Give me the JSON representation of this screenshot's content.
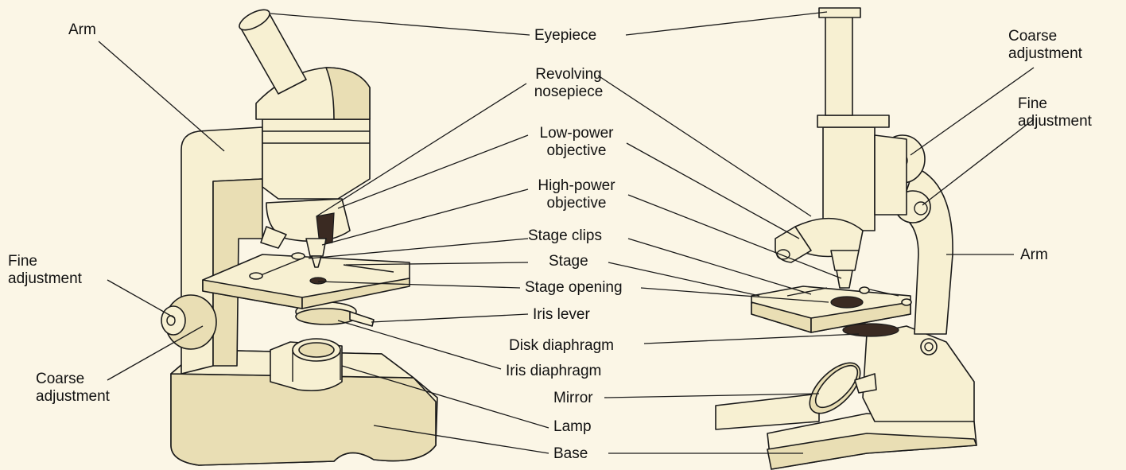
{
  "colors": {
    "background": "#fbf6e6",
    "body": "#f7f0d2",
    "shade": "#e9deb4",
    "line": "#1a1a1a",
    "dark": "#3a2a22"
  },
  "labels": {
    "arm_left": "Arm",
    "eyepiece": "Eyepiece",
    "coarse_right": "Coarse\nadjustment",
    "fine_right": "Fine\nadjustment",
    "revolving_nosepiece": "Revolving\nnosepiece",
    "low_power_objective": "Low-power\nobjective",
    "high_power_objective": "High-power\nobjective",
    "stage_clips": "Stage clips",
    "stage": "Stage",
    "stage_opening": "Stage opening",
    "iris_lever": "Iris lever",
    "disk_diaphragm": "Disk diaphragm",
    "iris_diaphragm": "Iris diaphragm",
    "mirror": "Mirror",
    "lamp": "Lamp",
    "base": "Base",
    "arm_right": "Arm",
    "fine_left": "Fine\nadjustment",
    "coarse_left": "Coarse\nadjustment"
  }
}
